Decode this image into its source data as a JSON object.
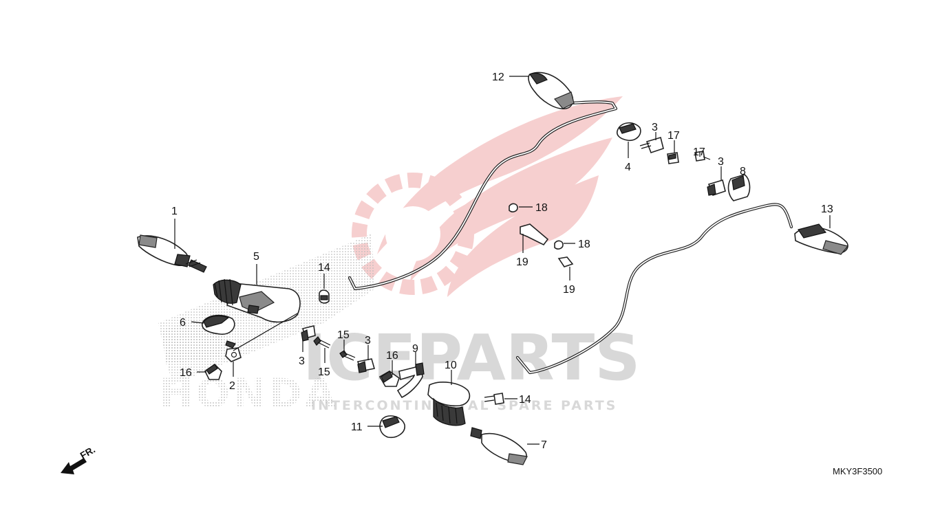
{
  "diagram": {
    "drawing_code": "MKY3F3500",
    "direction_label": "FR.",
    "callouts": [
      {
        "id": "c1",
        "text": "1"
      },
      {
        "id": "c2",
        "text": "2"
      },
      {
        "id": "c3a",
        "text": "3"
      },
      {
        "id": "c3b",
        "text": "3"
      },
      {
        "id": "c3c",
        "text": "3"
      },
      {
        "id": "c3d",
        "text": "3"
      },
      {
        "id": "c4",
        "text": "4"
      },
      {
        "id": "c5",
        "text": "5"
      },
      {
        "id": "c6",
        "text": "6"
      },
      {
        "id": "c7",
        "text": "7"
      },
      {
        "id": "c8",
        "text": "8"
      },
      {
        "id": "c9",
        "text": "9"
      },
      {
        "id": "c10",
        "text": "10"
      },
      {
        "id": "c11",
        "text": "11"
      },
      {
        "id": "c12",
        "text": "12"
      },
      {
        "id": "c13",
        "text": "13"
      },
      {
        "id": "c14a",
        "text": "14"
      },
      {
        "id": "c14b",
        "text": "14"
      },
      {
        "id": "c15a",
        "text": "15"
      },
      {
        "id": "c15b",
        "text": "15"
      },
      {
        "id": "c16a",
        "text": "16"
      },
      {
        "id": "c16b",
        "text": "16"
      },
      {
        "id": "c17a",
        "text": "17"
      },
      {
        "id": "c17b",
        "text": "17"
      },
      {
        "id": "c18a",
        "text": "18"
      },
      {
        "id": "c18b",
        "text": "18"
      },
      {
        "id": "c19a",
        "text": "19"
      },
      {
        "id": "c19b",
        "text": "19"
      }
    ]
  },
  "watermark": {
    "brand": "ICEPARTS",
    "tagline": "INTERCONTINENTAL SPARE PARTS",
    "maker": "HONDA",
    "colors": {
      "wing": "#f4c3c3",
      "text": "#d8d8d8"
    }
  }
}
